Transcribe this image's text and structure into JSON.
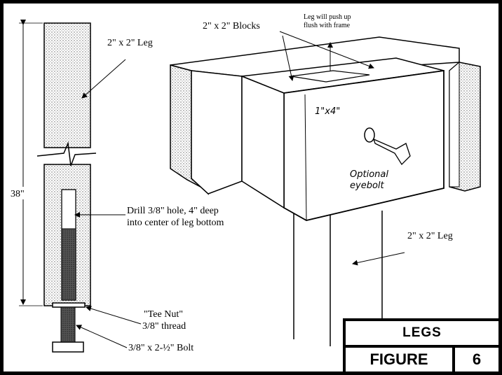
{
  "figure": {
    "section_title": "LEGS",
    "figure_label": "FIGURE",
    "figure_number": "6"
  },
  "left_view": {
    "leg_label": "2\" x 2\" Leg",
    "height_label": "38\"",
    "drill_label_line1": "Drill 3/8\" hole, 4\" deep",
    "drill_label_line2": "into center of leg bottom",
    "tee_nut_line1": "\"Tee Nut\"",
    "tee_nut_line2": "3/8\" thread",
    "bolt_label": "3/8\" x 2-½\" Bolt"
  },
  "right_view": {
    "blocks_label": "2\" x 2\" Blocks",
    "push_note_line1": "Leg will push up",
    "push_note_line2": "flush with frame",
    "board_label": "1\"x4\"",
    "eyebolt_line1": "Optional",
    "eyebolt_line2": "eyebolt",
    "leg_label": "2\" x 2\" Leg"
  },
  "colors": {
    "ink": "#000000",
    "paper": "#ffffff",
    "stipple": "#9a9a9a"
  }
}
